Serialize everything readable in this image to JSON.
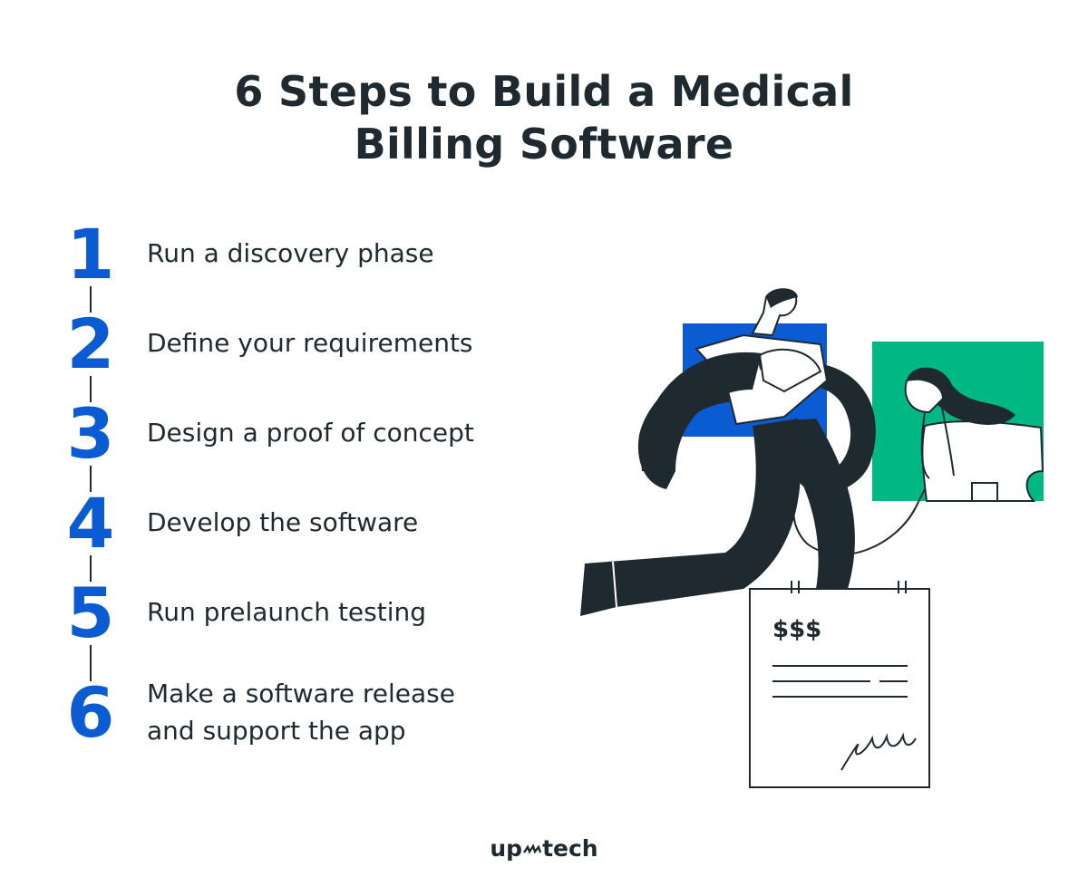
{
  "title": {
    "line1": "6 Steps to Build a Medical",
    "line2": "Billing Software"
  },
  "steps": [
    {
      "number": "1",
      "label": "Run a discovery phase"
    },
    {
      "number": "2",
      "label": "Define your requirements"
    },
    {
      "number": "3",
      "label": "Design a proof of concept"
    },
    {
      "number": "4",
      "label": "Develop the software"
    },
    {
      "number": "5",
      "label": "Run prelaunch testing"
    },
    {
      "number": "6",
      "label_line1": "Make a software release",
      "label_line2": "and support the app"
    }
  ],
  "illustration": {
    "bill_text": "$$$"
  },
  "footer": {
    "logo_left": "up",
    "logo_right": "tech"
  },
  "colors": {
    "accent_blue": "#0b5bd3",
    "accent_green": "#00b884",
    "ink": "#1f2a30"
  }
}
